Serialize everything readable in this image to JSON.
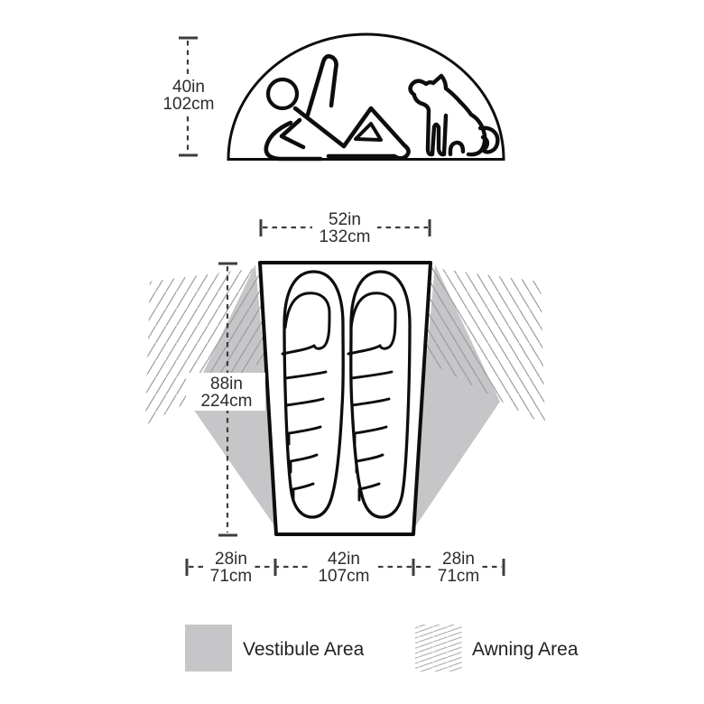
{
  "side_view": {
    "height_dim": {
      "inches": "40in",
      "centimeters": "102cm"
    }
  },
  "floor_plan": {
    "top_width_dim": {
      "inches": "52in",
      "centimeters": "132cm"
    },
    "length_dim": {
      "inches": "88in",
      "centimeters": "224cm"
    },
    "bottom_left_dim": {
      "inches": "28in",
      "centimeters": "71cm"
    },
    "bottom_center_dim": {
      "inches": "42in",
      "centimeters": "107cm"
    },
    "bottom_right_dim": {
      "inches": "28in",
      "centimeters": "71cm"
    }
  },
  "legend": {
    "vestibule_label": "Vestibule Area",
    "awning_label": "Awning Area"
  },
  "colors": {
    "outline": "#0d0d0d",
    "dimension": "#3d3d3d",
    "text": "#2c2c2c",
    "vestibule_fill": "#c6c6c8",
    "awning_hatch_line": "#9a9aa0",
    "legend_hatch_line": "#ababab",
    "background": "#ffffff"
  }
}
